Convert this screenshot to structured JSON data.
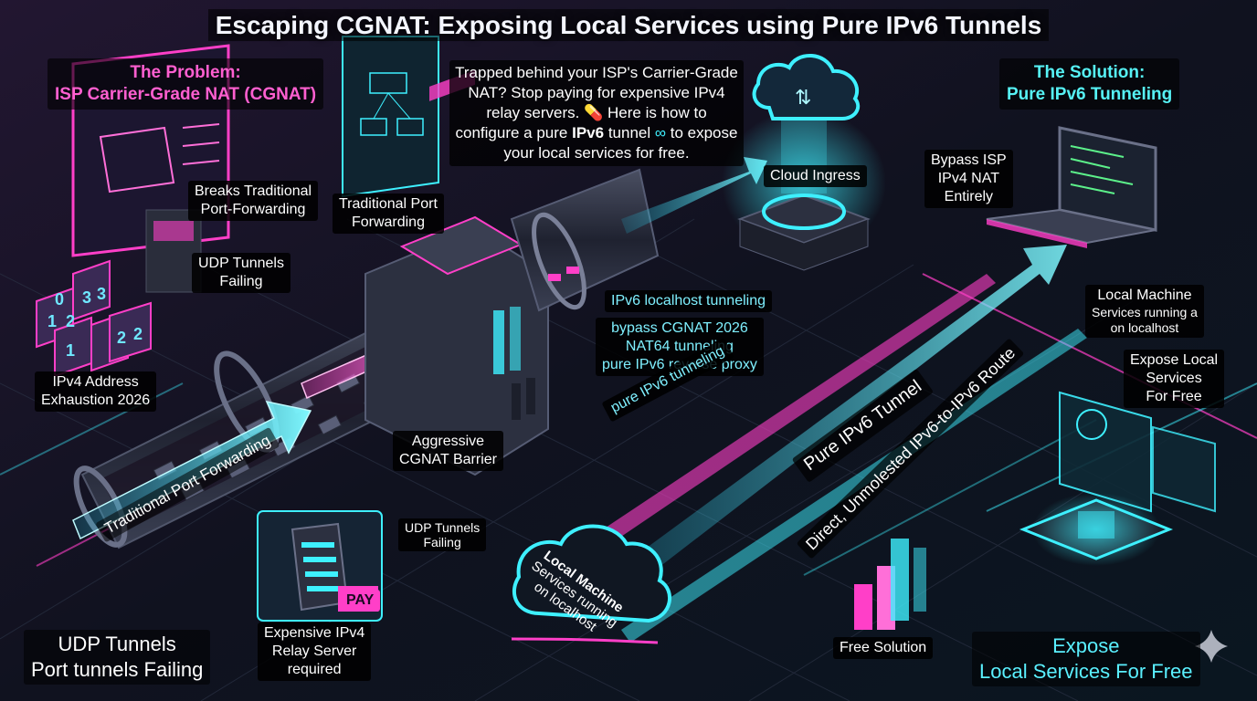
{
  "title": "Escaping CGNAT: Exposing Local Services using Pure IPv6 Tunnels",
  "problem": {
    "line1": "The Problem:",
    "line2": "ISP Carrier-Grade NAT (CGNAT)"
  },
  "solution": {
    "line1": "The Solution:",
    "line2": "Pure IPv6 Tunneling"
  },
  "intro": {
    "part1": "Trapped behind your ISP's Carrier-Grade NAT? Stop paying for expensive IPv4 relay servers.",
    "part2": "Here is how to configure a pure",
    "bold": "IPv6",
    "part3": "tunnel",
    "part4": "to expose your local services for free."
  },
  "labels": {
    "breaks_forwarding": [
      "Breaks Traditional",
      "Port-Forwarding"
    ],
    "traditional_port_forwarding": [
      "Traditional Port",
      "Forwarding"
    ],
    "udp_tunnels_failing_top": [
      "UDP Tunnels",
      "Failing"
    ],
    "ipv4_exhaustion": [
      "IPv4 Address",
      "Exhaustion 2026"
    ],
    "aggressive_barrier": [
      "Aggressive",
      "CGNAT Barrier"
    ],
    "udp_tunnels_failing_mid": [
      "UDP Tunnels",
      "Failing"
    ],
    "expensive_relay": [
      "Expensive IPv4",
      "Relay Server",
      "required"
    ],
    "cloud_ingress": "Cloud Ingress",
    "bypass_isp": [
      "Bypass ISP",
      "IPv4 NAT",
      "Entirely"
    ],
    "ipv6_localhost": "IPv6 localhost tunneling",
    "keywords": [
      "bypass CGNAT 2026",
      "NAT64 tunneling",
      "pure IPv6 reverse proxy"
    ],
    "pure_ipv6_tunneling": "pure IPv6 tunneling",
    "local_machine_right": {
      "title": "Local Machine",
      "sub": [
        "Services running a",
        "on localhost"
      ]
    },
    "expose_local_right": [
      "Expose Local",
      "Services",
      "For Free"
    ],
    "pure_ipv6_tunnel": "Pure IPv6 Tunnel",
    "direct_route": "Direct, Unmolested IPv6-to-IPv6 Route",
    "traditional_arrow": "Traditional Port Forwarding",
    "cloud_local": [
      "Local Machine",
      "Services running",
      "on localhost"
    ],
    "pay_sign": "PAY",
    "free_solution": "Free Solution"
  },
  "bottom_left": [
    "UDP Tunnels",
    "Port tunnels Failing"
  ],
  "bottom_right": [
    "Expose",
    "Local Services For Free"
  ],
  "dice_digits": [
    "1",
    "2",
    "3",
    "3",
    "1",
    "2",
    "2",
    "0"
  ],
  "colors": {
    "pink": "#ff3fc8",
    "cyan": "#3ef0ff",
    "background": "#0b0d16",
    "heading_pink": "#ff5fd0",
    "heading_cyan": "#56f2f5"
  }
}
